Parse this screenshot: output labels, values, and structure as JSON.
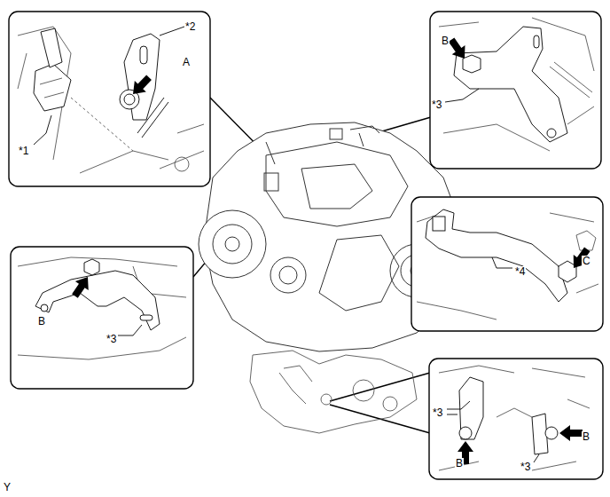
{
  "diagram": {
    "labels": [
      "*2",
      "A",
      "*1",
      "B",
      "*3",
      "B",
      "*3",
      "*4",
      "C",
      "*3",
      "B",
      "*3",
      "B",
      "Y"
    ]
  }
}
